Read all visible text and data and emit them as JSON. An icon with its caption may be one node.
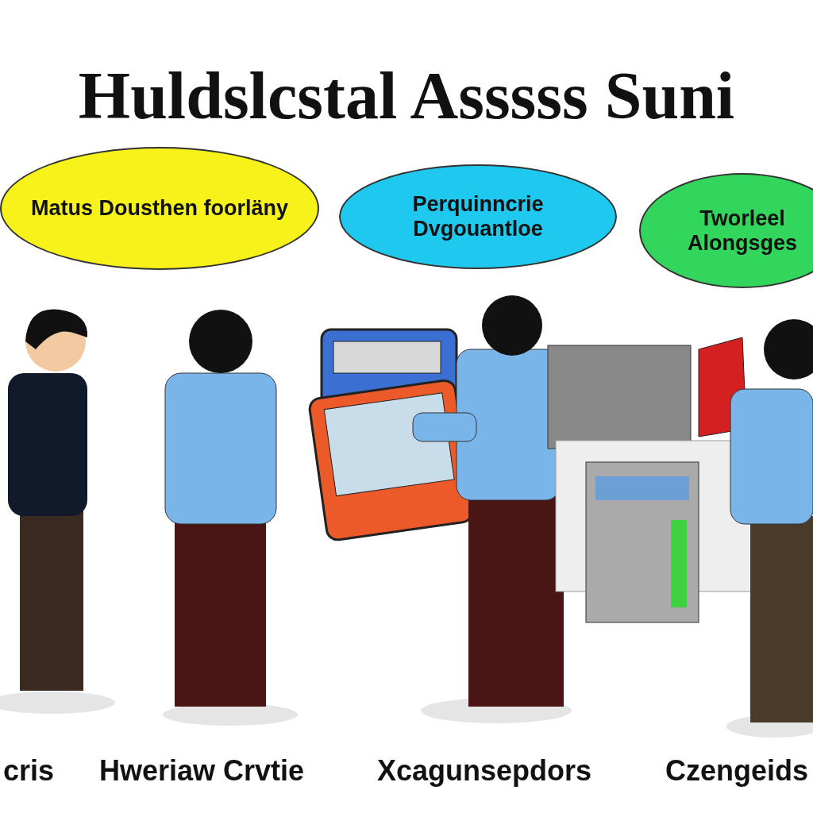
{
  "diagram": {
    "title": "Huldslcstal Asssss Suni",
    "nodes": [
      {
        "text": [
          "Matus Dousthen foorläny"
        ]
      },
      {
        "text": [
          "Perquinncrie Dvgouantloe"
        ]
      },
      {
        "text": [
          "Tworleel Alongsges"
        ]
      }
    ],
    "labels": [
      "cris",
      "Hweriaw Crvtie",
      "Xcagunsepdors",
      "Czengeids"
    ]
  }
}
